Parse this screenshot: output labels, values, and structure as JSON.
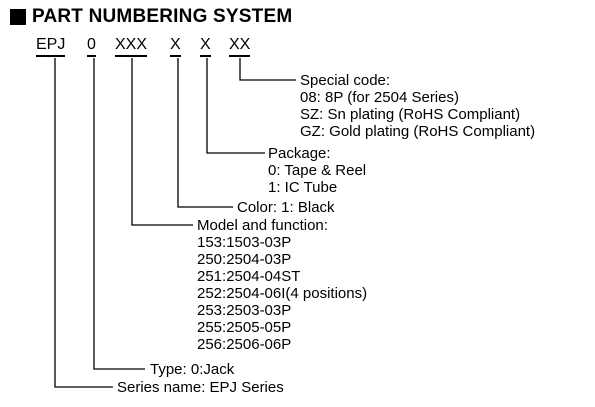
{
  "heading": "PART NUMBERING SYSTEM",
  "code_parts": [
    "EPJ",
    "0",
    "XXX",
    "X",
    "X",
    "XX"
  ],
  "special": {
    "title": "Special code:",
    "lines": [
      "08: 8P (for 2504 Series)",
      "SZ: Sn plating (RoHS Compliant)",
      "GZ: Gold plating (RoHS Compliant)"
    ]
  },
  "package": {
    "title": "Package:",
    "lines": [
      "0: Tape & Reel",
      "1: IC Tube"
    ]
  },
  "color": {
    "title": "Color: 1: Black"
  },
  "model": {
    "title": "Model and function:",
    "lines": [
      "153:1503-03P",
      "250:2504-03P",
      "251:2504-04ST",
      "252:2504-06I(4 positions)",
      "253:2503-03P",
      "255:2505-05P",
      "256:2506-06P"
    ]
  },
  "type": {
    "title": "Type: 0:Jack"
  },
  "series": {
    "title": "Series name: EPJ Series"
  }
}
